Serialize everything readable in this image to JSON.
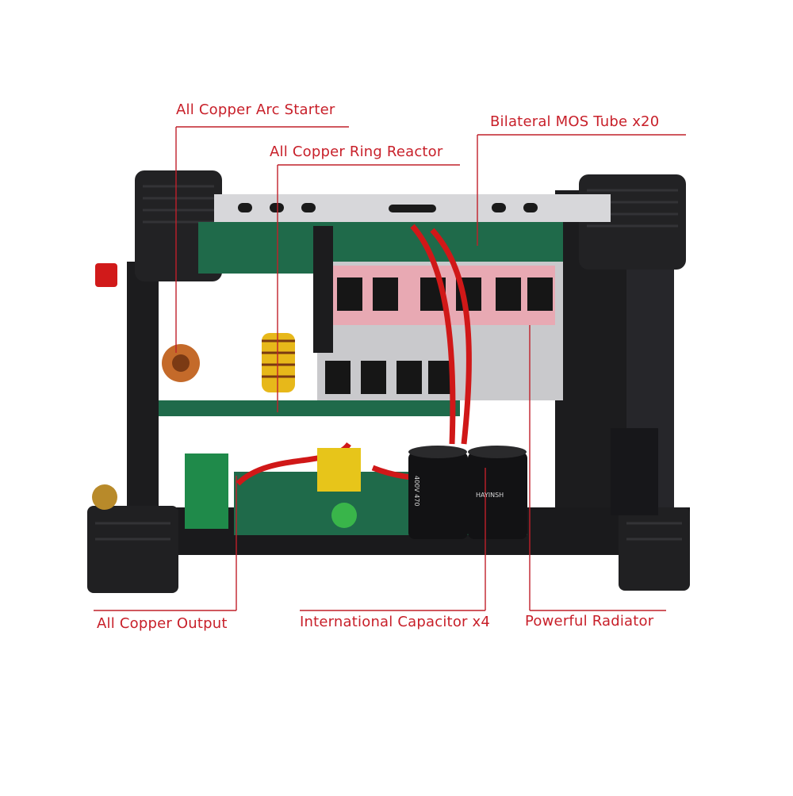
{
  "colors": {
    "label": "#c8202a",
    "leader": "#c0202a",
    "chassis": "#1c1c1e",
    "board": "#1f6a4a",
    "heatsink": "#c9c9cc",
    "pink_panel": "#e8a9b3",
    "copper": "#c46a2a",
    "red_wire": "#d01818",
    "capacitor": "#121214",
    "yellow_part": "#e7c51a",
    "green_led": "#39b54a"
  },
  "callouts": {
    "arc_starter": "All Copper Arc Starter",
    "ring_reactor": "All Copper Ring Reactor",
    "mos_tube": "Bilateral MOS Tube x20",
    "copper_output": "All Copper Output",
    "capacitor": "International Capacitor x4",
    "radiator": "Powerful Radiator"
  },
  "capacitor_labels": {
    "rating": "400V 470",
    "brand": "HAYINSH"
  },
  "icons": {
    "power_switch": "rocker-switch-icon",
    "fan": "cooling-fan-icon"
  }
}
